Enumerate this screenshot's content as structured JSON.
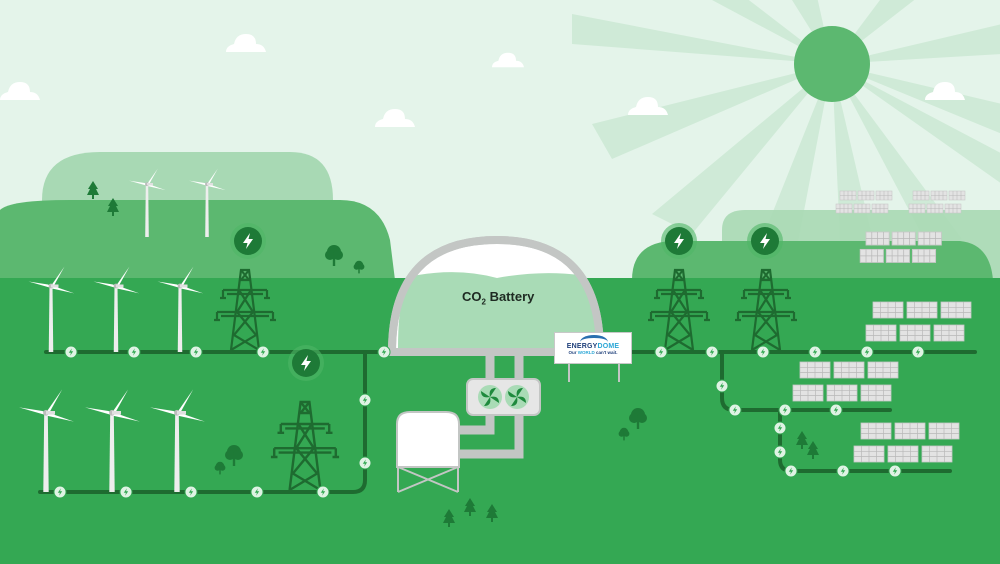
{
  "title": "Energy Dome CO2 Battery grid illustration",
  "battery": {
    "label_prefix": "CO",
    "label_sub": "2",
    "label_suffix": " Battery"
  },
  "sign": {
    "brand_part1": "ENERGY",
    "brand_part2": "DOME",
    "tagline_part1": "Our ",
    "tagline_highlight": "WORLD",
    "tagline_part2": " can't wait."
  },
  "colors": {
    "sky": "#e4f4ea",
    "ground": "#34a853",
    "hill_light": "#a8d9b4",
    "hill_mid": "#5cb870",
    "dark_green": "#1e7a37",
    "cable": "#1e6b30",
    "dome_fill": "#a9dbb6",
    "dome_frame": "#c3c6c4",
    "sun": "#5cb870",
    "node": "#dff3e4",
    "brand_blue": "#1e3f7a",
    "brand_cyan": "#2aa6d6"
  },
  "icons": {
    "energy_node": "lightning-bolt",
    "wind_turbine": "wind-turbine",
    "pylon": "transmission-tower",
    "solar_panel": "solar-panel",
    "tree": "tree",
    "cloud": "cloud",
    "sun": "sun",
    "fan": "fan"
  }
}
